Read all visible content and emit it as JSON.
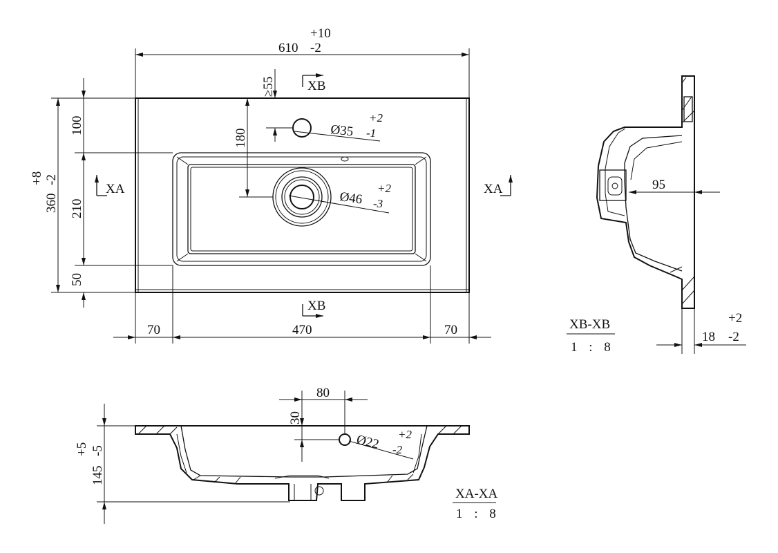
{
  "top_view": {
    "overall_width": "610",
    "overall_width_tol_plus": "+10",
    "overall_width_tol_minus": "-2",
    "min_tap_offset": "≥55",
    "tap_to_bowl_center": "180",
    "tap_hole_dia": "Ø35",
    "tap_hole_tol_plus": "+2",
    "tap_hole_tol_minus": "-1",
    "drain_hole_dia": "Ø46",
    "drain_hole_tol_plus": "+2",
    "drain_hole_tol_minus": "-3",
    "overall_depth": "360",
    "overall_depth_tol_plus": "+8",
    "overall_depth_tol_minus": "-2",
    "back_margin": "100",
    "bowl_depth": "210",
    "front_margin": "50",
    "left_margin": "70",
    "bowl_width": "470",
    "right_margin": "70",
    "section_xa": "XA",
    "section_xb": "XB"
  },
  "section_xb": {
    "title": "XB-XB",
    "scale": "1 : 8",
    "overflow_dim": "95",
    "thickness": "18",
    "thickness_tol_plus": "+2",
    "thickness_tol_minus": "-2"
  },
  "section_xa": {
    "title": "XA-XA",
    "scale": "1 : 8",
    "hole_offset_x": "80",
    "hole_offset_y": "30",
    "overflow_dia": "Ø22",
    "overflow_tol_plus": "+2",
    "overflow_tol_minus": "-2",
    "height": "145",
    "height_tol_plus": "+5",
    "height_tol_minus": "-5"
  }
}
